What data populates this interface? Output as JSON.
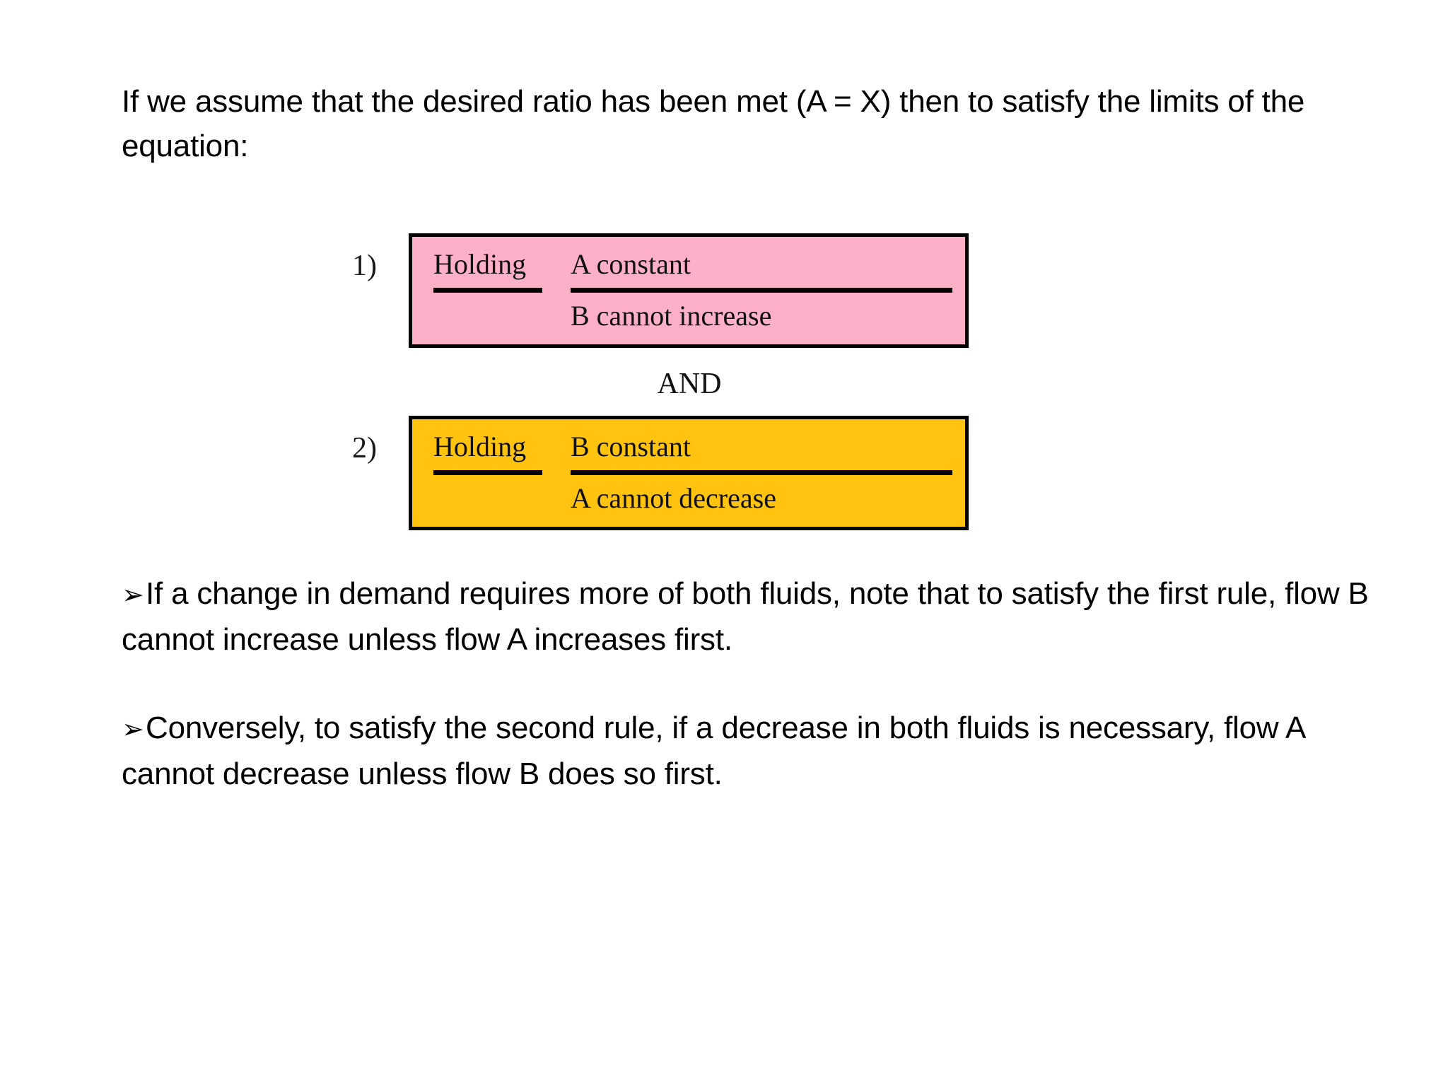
{
  "slide": {
    "background_color": "#FFFFFF",
    "intro_paragraph": "If we assume that the desired ratio has been met (A = X) then to satisfy the limits of the equation:",
    "conjunction": "AND"
  },
  "rules": [
    {
      "number": "1)",
      "box_color": "#FFB0C9",
      "box_color_name": "pink",
      "holding_term": "Holding",
      "numerator": "A constant",
      "denominator": "B cannot increase"
    },
    {
      "number": "2)",
      "box_color": "#FFC310",
      "box_color_name": "orange",
      "holding_term": "Holding",
      "numerator": "B constant",
      "denominator": "A cannot decrease"
    }
  ],
  "bullets": [
    {
      "marker": "➢",
      "marker_name": "arrowhead-bullet",
      "text": "If a change in demand requires more of both fluids, note that to satisfy the first rule, flow B cannot increase unless flow A increases first."
    },
    {
      "marker": "➢",
      "marker_name": "arrowhead-bullet",
      "text": "Conversely, to satisfy the second rule, if a decrease in both fluids is necessary, flow A cannot decrease unless flow B does so first."
    }
  ]
}
